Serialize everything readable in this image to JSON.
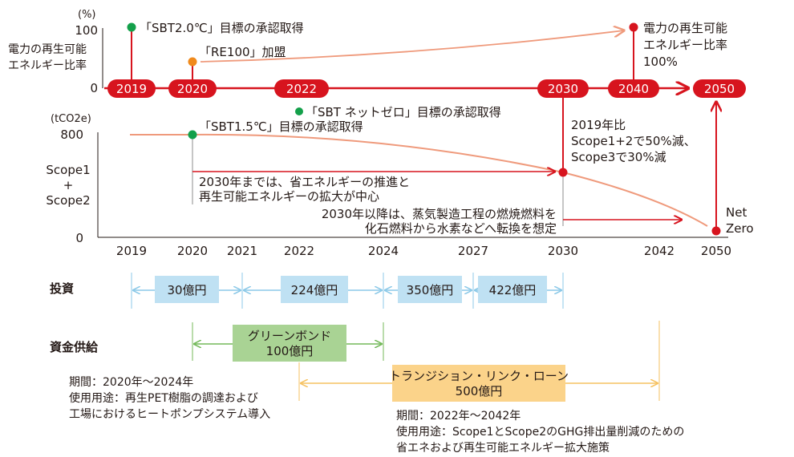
{
  "colors": {
    "red": "#d7141e",
    "salmon": "#ef9a7c",
    "green": "#13a04a",
    "orange": "#f08a1c",
    "invest_fill": "#bfe1f3",
    "invest_line": "#8cc9e8",
    "green_bond_fill": "#a9d394",
    "green_bond_line": "#74b95a",
    "transition_fill": "#fbd38a",
    "transition_line": "#f6c261",
    "text": "#231815"
  },
  "top_chart": {
    "unit": "(%)",
    "y_label_lines": [
      "電力の再生可能",
      "エネルギー比率"
    ],
    "ticks": [
      "100",
      "0"
    ],
    "milestones": [
      {
        "year": "2019",
        "note": "「SBT2.0℃」目標の承認取得",
        "dot": "green"
      },
      {
        "year": "2020",
        "note": "「RE100」加盟",
        "dot": "orange"
      },
      {
        "year": "2040",
        "note_lines": [
          "電力の再生可能",
          "エネルギー比率",
          "100%"
        ],
        "dot": "red"
      }
    ],
    "timeline_years": [
      "2019",
      "2020",
      "2022",
      "2030",
      "2040",
      "2050"
    ]
  },
  "bottom_chart": {
    "unit": "(tCO2e)",
    "y_label_lines": [
      "Scope1",
      "+",
      "Scope2"
    ],
    "ticks": [
      "800",
      "0"
    ],
    "annotations": {
      "sbt_netzero": "「SBT ネットゼロ」目標の承認取得",
      "sbt15": "「SBT1.5℃」目標の承認取得",
      "until_2030": [
        "2030年までは、省エネルギーの推進と",
        "再生可能エネルギーの拡大が中心"
      ],
      "after_2030": [
        "2030年以降は、蒸気製造工程の燃焼燃料を",
        "化石燃料から水素などへ転換を想定"
      ],
      "target_2030": [
        "2019年比",
        "Scope1+2で50%減、",
        "Scope3で30%減"
      ],
      "net_zero": [
        "Net",
        "Zero"
      ]
    },
    "x_years": [
      "2019",
      "2020",
      "2021",
      "2022",
      "2024",
      "2027",
      "2030",
      "2042",
      "2050"
    ]
  },
  "investment": {
    "label": "投資",
    "items": [
      {
        "period": "2019–2021",
        "amount": "30億円"
      },
      {
        "period": "2021–2024",
        "amount": "224億円"
      },
      {
        "period": "2024–2027",
        "amount": "350億円"
      },
      {
        "period": "2027–2030",
        "amount": "422億円"
      }
    ]
  },
  "funding": {
    "label": "資金供給",
    "green_bond": {
      "title_lines": [
        "グリーンボンド",
        "100億円"
      ],
      "detail_lines": [
        "期間：2020年〜2024年",
        "使用用途：再生PET樹脂の調達および",
        "工場におけるヒートポンプシステム導入"
      ]
    },
    "transition_loan": {
      "title_lines": [
        "トランジション・リンク・ローン",
        "500億円"
      ],
      "detail_lines": [
        "期間：2022年〜2042年",
        "使用用途：Scope1とScope2のGHG排出量削減のための",
        "省エネおよび再生可能エネルギー拡大施策"
      ]
    }
  }
}
